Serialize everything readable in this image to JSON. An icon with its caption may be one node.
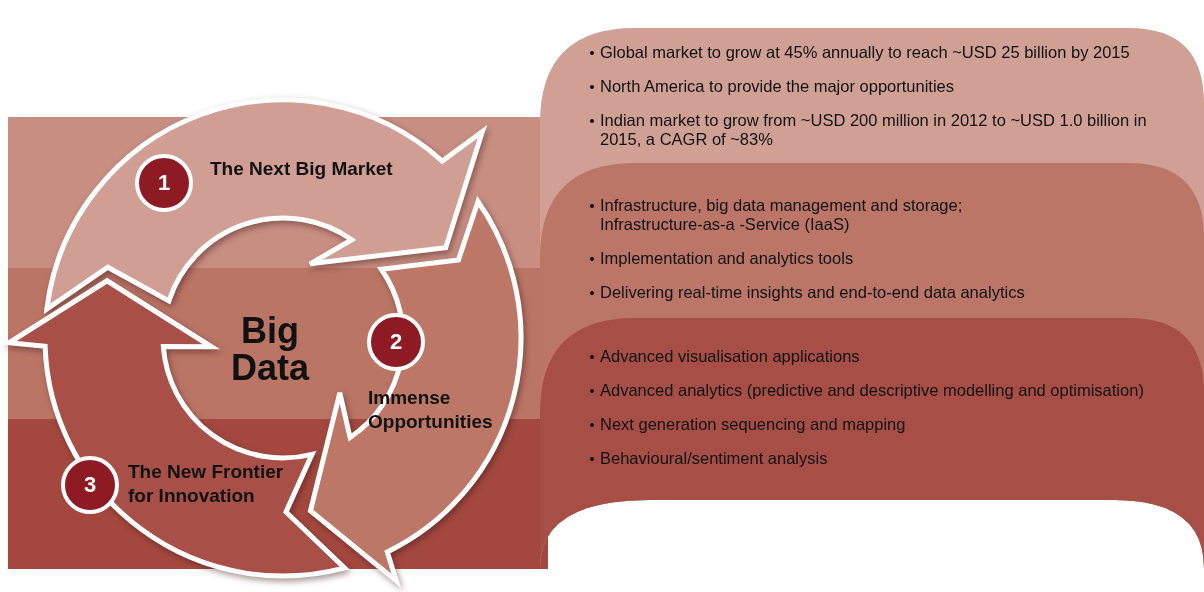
{
  "diagram": {
    "nodes": [
      {
        "text": [
          "Big Data"
        ]
      },
      {
        "text": [
          "1",
          "The Next Big Market"
        ]
      },
      {
        "text": [
          "2",
          "Immense Opportunities"
        ]
      },
      {
        "text": [
          "3",
          "The New Frontier for Innovation"
        ]
      },
      {
        "text": [
          "Global market to grow at 45% annually to reach ~USD 25 billion by 2015",
          "North America to provide the major opportunities",
          "Indian market to grow from ~USD 200 million in 2012 to ~USD 1.0 billion in 2015, a CAGR of ~83%"
        ]
      },
      {
        "text": [
          "Infrastructure, big data management and storage; Infrastructure-as-a -Service (IaaS)",
          "Implementation and analytics tools",
          "Delivering real-time insights and end-to-end data analytics"
        ],
        "in": 4
      },
      {
        "text": [
          "Advanced visualisation applications",
          "Advanced analytics (predictive and descriptive modelling and optimisation)",
          "Next generation sequencing and mapping",
          "Behavioural/sentiment analysis"
        ],
        "in": 5
      }
    ]
  }
}
